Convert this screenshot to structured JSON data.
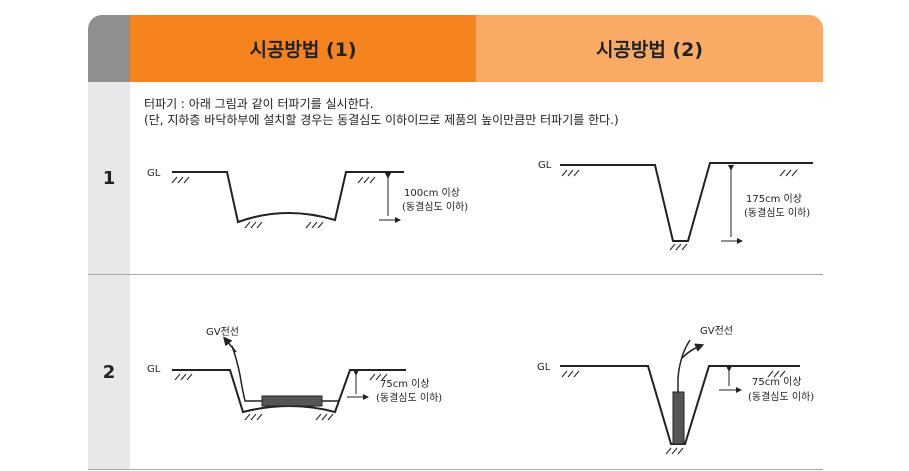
{
  "header": {
    "col1": "시공방법 (1)",
    "col2": "시공방법 (2)"
  },
  "rows": [
    {
      "number": "1"
    },
    {
      "number": "2"
    }
  ],
  "note": {
    "line1": "터파기 : 아래 그림과 같이 터파기를 실시한다.",
    "line2": "(단, 지하층 바닥하부에 설치할 경우는 동결심도 이하이므로 제품의 높이만큼만 터파기를 한다.)"
  },
  "diagrams": {
    "gl": "GL",
    "r1c1": {
      "depth": "100cm 이상",
      "sub": "(동결심도 이하)"
    },
    "r1c2": {
      "depth": "175cm 이상",
      "sub": "(동결심도 이하)"
    },
    "r2c1": {
      "cable": "GV전선",
      "depth": "75cm 이상",
      "sub": "(동결심도 이하)"
    },
    "r2c2": {
      "cable": "GV전선",
      "depth": "75cm 이상",
      "sub": "(동결심도 이하)"
    }
  }
}
